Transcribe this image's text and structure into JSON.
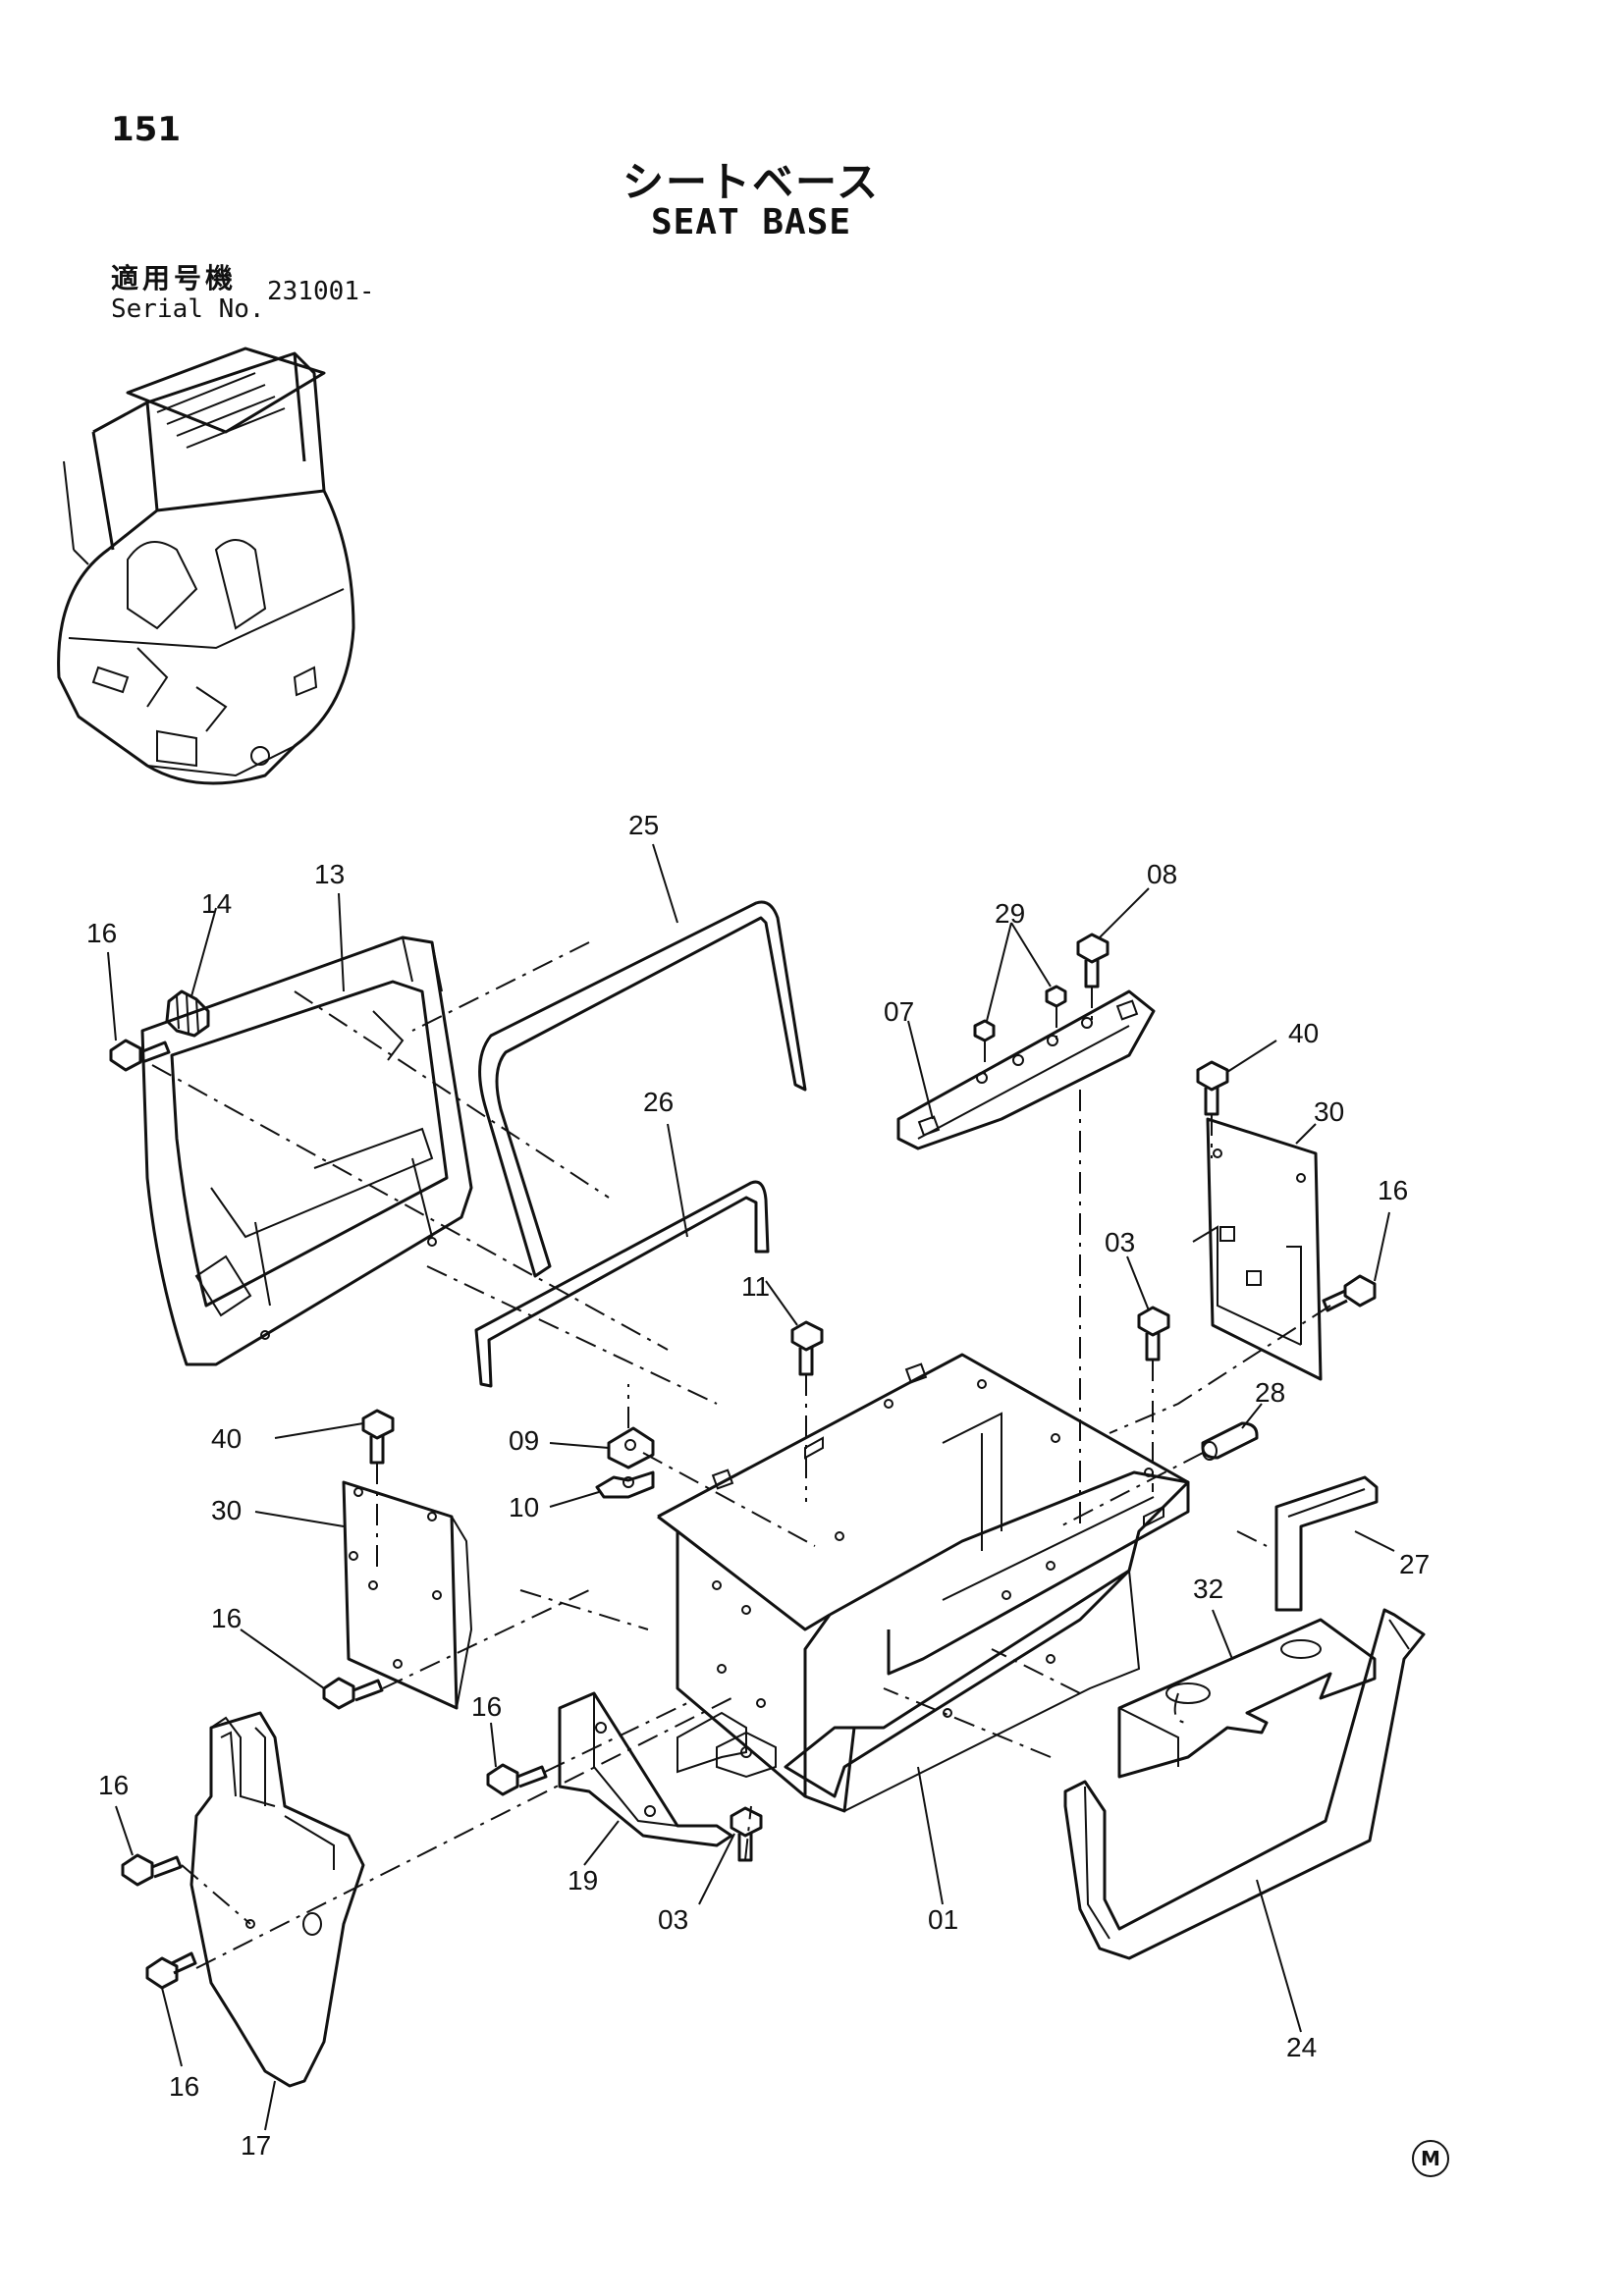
{
  "page": {
    "number": "151",
    "title_jp": "シートベース",
    "title_en": "SEAT BASE",
    "serial_label_jp": "適用号機",
    "serial_label_en": "Serial No.",
    "serial_value": "231001-",
    "mark": "M"
  },
  "callouts": [
    {
      "id": "c25",
      "label": "25"
    },
    {
      "id": "c13",
      "label": "13"
    },
    {
      "id": "c14",
      "label": "14"
    },
    {
      "id": "c16a",
      "label": "16"
    },
    {
      "id": "c08",
      "label": "08"
    },
    {
      "id": "c29",
      "label": "29"
    },
    {
      "id": "c07",
      "label": "07"
    },
    {
      "id": "c40a",
      "label": "40"
    },
    {
      "id": "c30a",
      "label": "30"
    },
    {
      "id": "c16b",
      "label": "16"
    },
    {
      "id": "c26",
      "label": "26"
    },
    {
      "id": "c03a",
      "label": "03"
    },
    {
      "id": "c11",
      "label": "11"
    },
    {
      "id": "c28",
      "label": "28"
    },
    {
      "id": "c40b",
      "label": "40"
    },
    {
      "id": "c09",
      "label": "09"
    },
    {
      "id": "c10",
      "label": "10"
    },
    {
      "id": "c30b",
      "label": "30"
    },
    {
      "id": "c27",
      "label": "27"
    },
    {
      "id": "c32",
      "label": "32"
    },
    {
      "id": "c16c",
      "label": "16"
    },
    {
      "id": "c16d",
      "label": "16"
    },
    {
      "id": "c16e",
      "label": "16"
    },
    {
      "id": "c19",
      "label": "19"
    },
    {
      "id": "c03b",
      "label": "03"
    },
    {
      "id": "c01",
      "label": "01"
    },
    {
      "id": "c24",
      "label": "24"
    },
    {
      "id": "c16f",
      "label": "16"
    },
    {
      "id": "c17",
      "label": "17"
    }
  ]
}
